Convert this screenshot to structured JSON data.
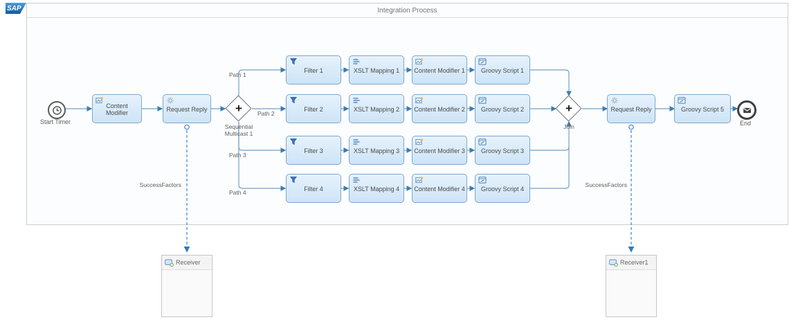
{
  "header": {
    "logo_text": "SAP",
    "process_title": "Integration Process"
  },
  "icons": {
    "plus": "+"
  },
  "process": {
    "start": {
      "label": "Start Timer"
    },
    "content_modifier": {
      "label": "Content Modifier"
    },
    "request_reply_left": {
      "label": "Request Reply"
    },
    "multicast": {
      "label": "Sequential Multicast 1"
    },
    "join": {
      "label": "Join"
    },
    "path_labels": [
      "Path 1",
      "Path 2",
      "Path 3",
      "Path 4"
    ],
    "branches": [
      {
        "filter": "Filter 1",
        "xslt_mapping": "XSLT Mapping 1",
        "content_modifier": "Content Modifier 1",
        "groovy_script": "Groovy Script 1"
      },
      {
        "filter": "Filter 2",
        "xslt_mapping": "XSLT Mapping 2",
        "content_modifier": "Content Modifier 2",
        "groovy_script": "Groovy Script 2"
      },
      {
        "filter": "Filter 3",
        "xslt_mapping": "XSLT Mapping 3",
        "content_modifier": "Content Modifier 3",
        "groovy_script": "Groovy Script 3"
      },
      {
        "filter": "Filter 4",
        "xslt_mapping": "XSLT Mapping 4",
        "content_modifier": "Content Modifier 4",
        "groovy_script": "Groovy Script 4"
      }
    ],
    "request_reply_right": {
      "label": "Request Reply"
    },
    "groovy_script_5": {
      "label": "Groovy Script 5"
    },
    "end": {
      "label": "End"
    },
    "message_flow_left": {
      "label": "SuccessFactors"
    },
    "message_flow_right": {
      "label": "SuccessFactors"
    }
  },
  "participants": {
    "receiver_left": {
      "label": "Receiver"
    },
    "receiver_right": {
      "label": "Receiver1"
    }
  },
  "colors": {
    "node_fill": "#d8eafa",
    "node_border": "#7da7cd",
    "flow_line": "#74a1c6",
    "arrow": "#3c7cb0",
    "message_flow": "#3f86cc",
    "icon_blue": "#3575b3",
    "star_gold": "#f0ab00"
  }
}
